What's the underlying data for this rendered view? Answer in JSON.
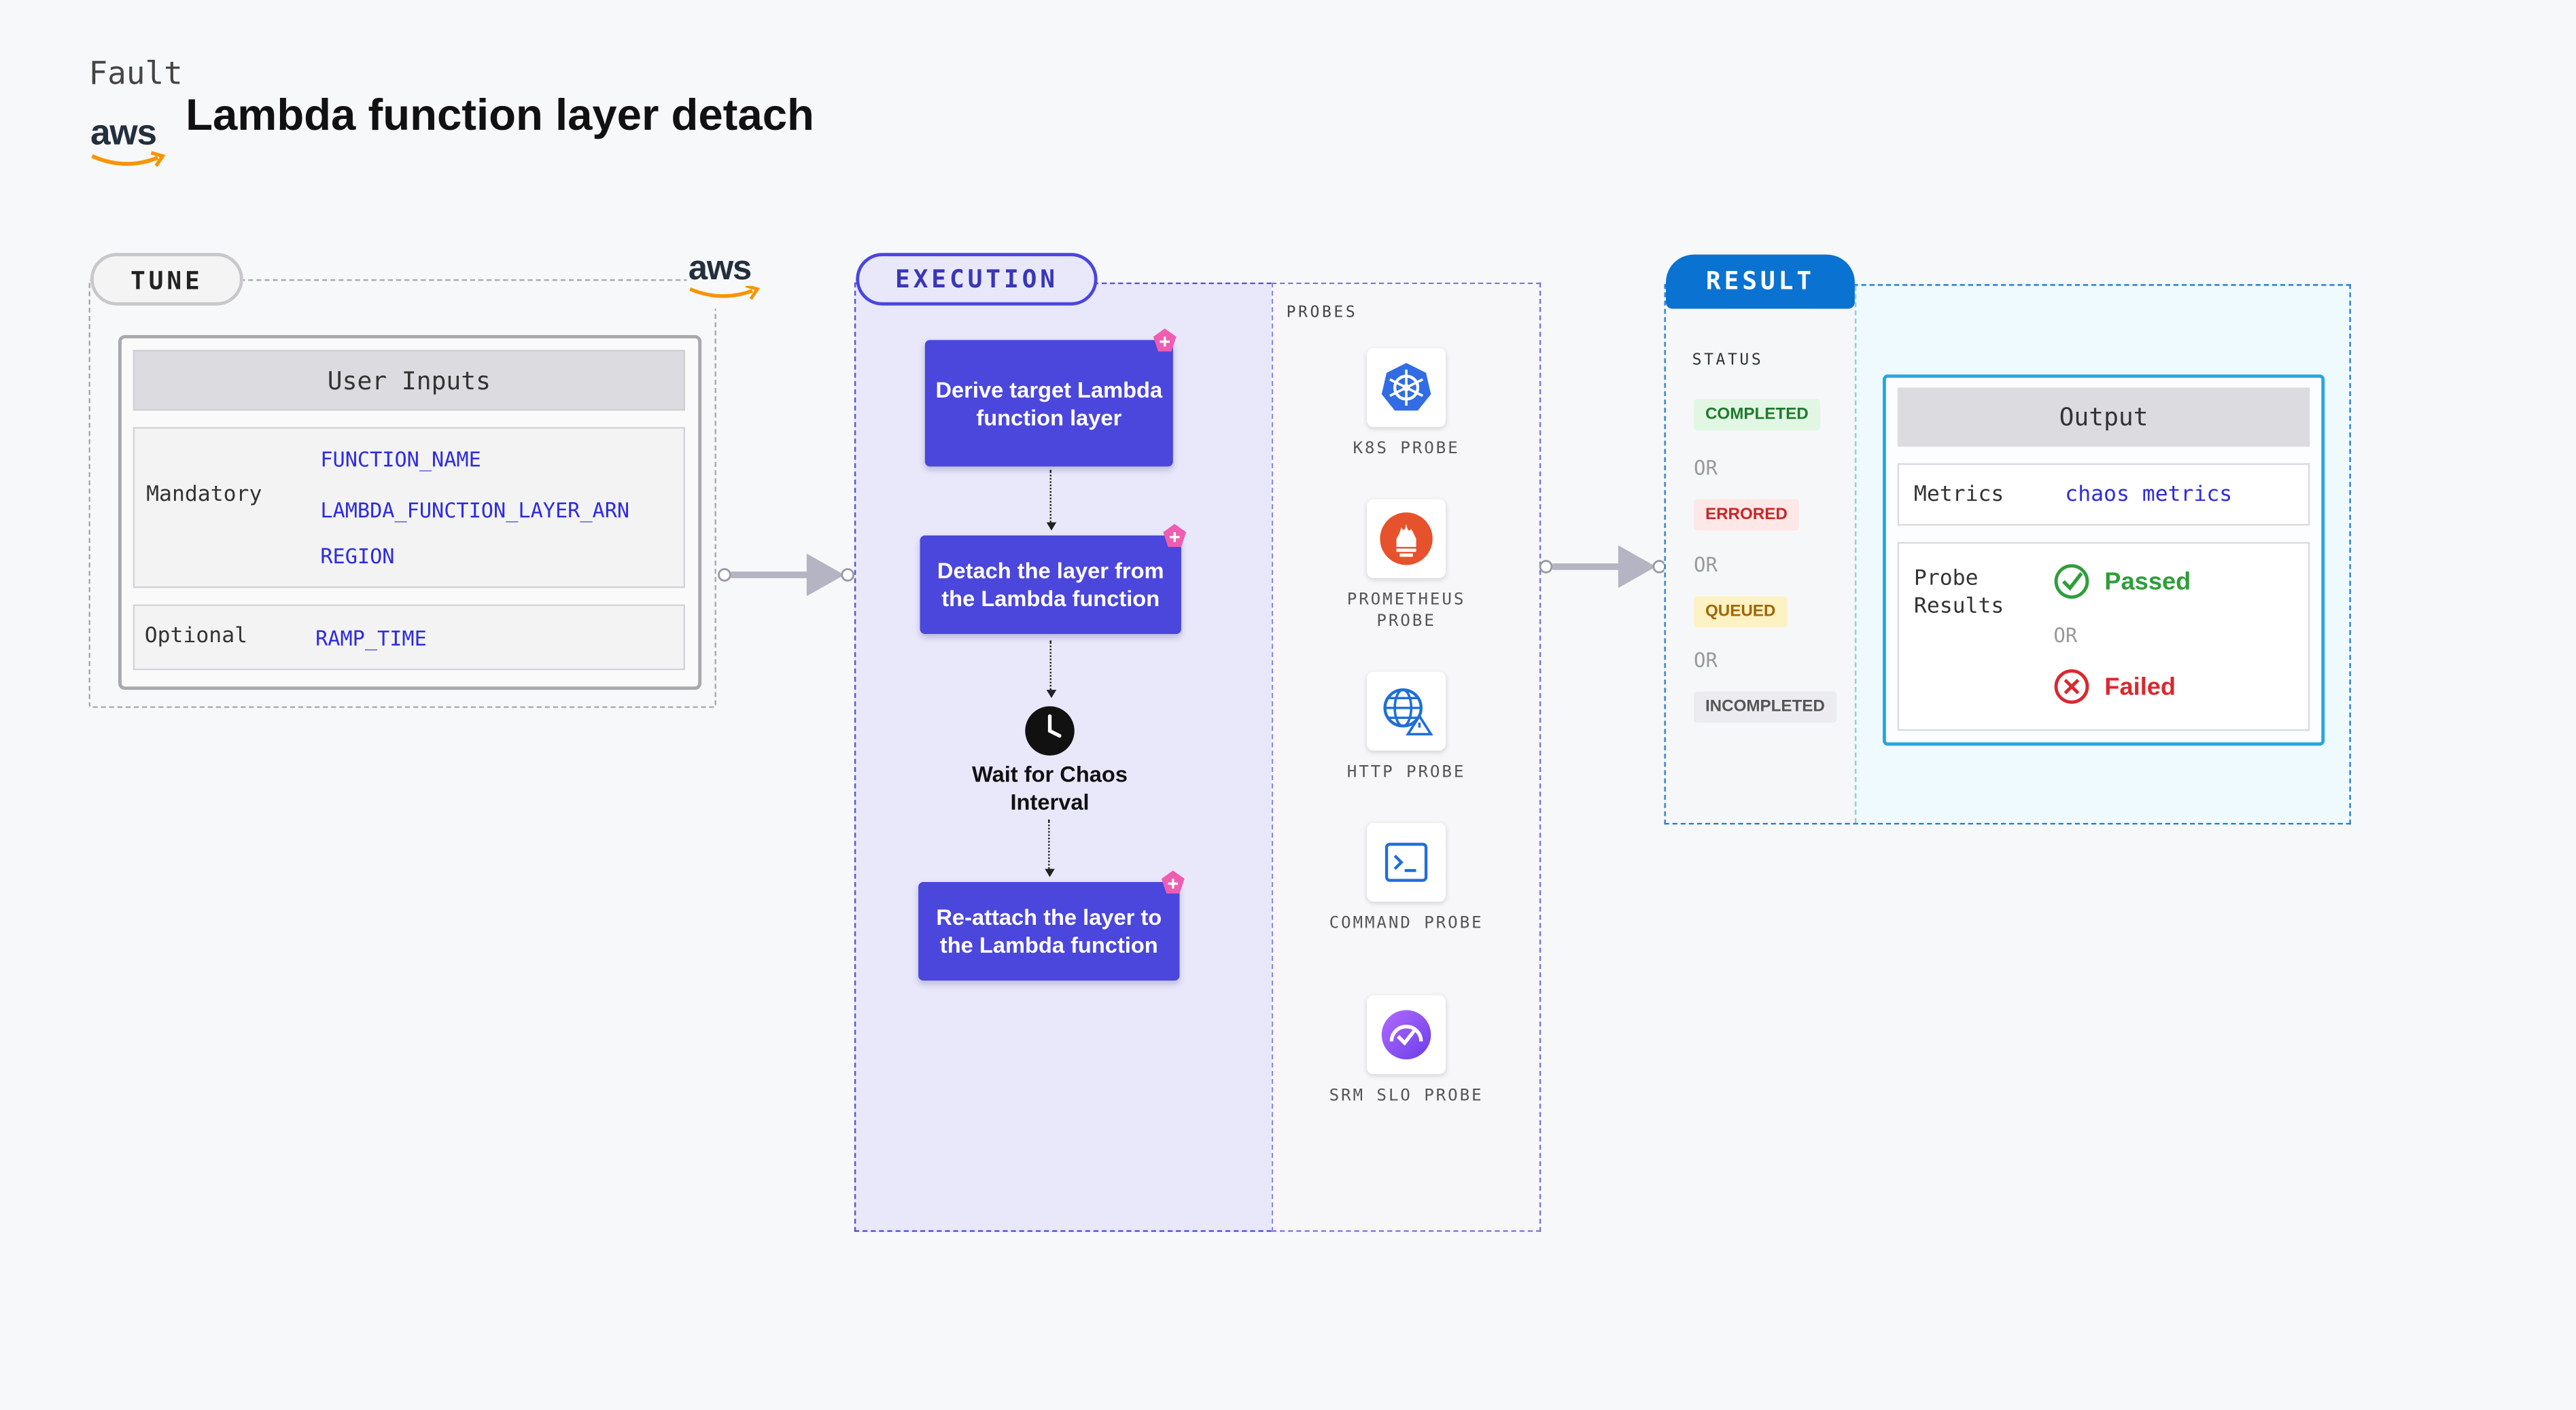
{
  "header": {
    "eyebrow": "Fault",
    "logo": "aws",
    "title": "Lambda function layer detach"
  },
  "tune": {
    "label": "TUNE",
    "logo": "aws",
    "user_inputs_title": "User Inputs",
    "mandatory_label": "Mandatory",
    "mandatory_params": [
      "FUNCTION_NAME",
      "LAMBDA_FUNCTION_LAYER_ARN",
      "REGION"
    ],
    "optional_label": "Optional",
    "optional_params": [
      "RAMP_TIME"
    ]
  },
  "execution": {
    "label": "EXECUTION",
    "steps": [
      "Derive target Lambda function layer",
      "Detach the layer from the Lambda function",
      "Re-attach the layer to the Lambda function"
    ],
    "wait_label": "Wait for Chaos Interval"
  },
  "probes": {
    "title": "PROBES",
    "items": [
      {
        "label": "K8S PROBE",
        "icon": "kubernetes-icon"
      },
      {
        "label": "PROMETHEUS PROBE",
        "icon": "prometheus-icon"
      },
      {
        "label": "HTTP PROBE",
        "icon": "globe-icon"
      },
      {
        "label": "COMMAND PROBE",
        "icon": "terminal-icon"
      },
      {
        "label": "SRM SLO PROBE",
        "icon": "slo-icon"
      }
    ]
  },
  "result": {
    "label": "RESULT",
    "status_title": "STATUS",
    "statuses": [
      "COMPLETED",
      "ERRORED",
      "QUEUED",
      "INCOMPLETED"
    ],
    "or_text": "OR",
    "output_title": "Output",
    "metrics_label": "Metrics",
    "metrics_value": "chaos metrics",
    "probe_results_label": "Probe Results",
    "passed": "Passed",
    "failed": "Failed"
  },
  "colors": {
    "accent": "#4b46dc",
    "result_blue": "#0a72d1",
    "passed": "#2e9e3a",
    "failed": "#d9282f",
    "aws_orange": "#f79400"
  }
}
